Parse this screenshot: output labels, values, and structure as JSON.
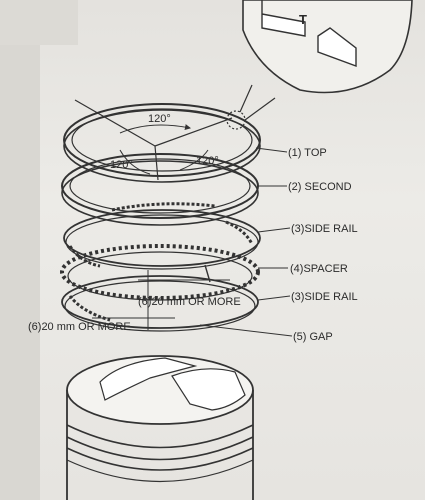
{
  "diagram": {
    "angles": {
      "top": "120°",
      "left": "120°",
      "right": "120°"
    },
    "labels": {
      "top": "(1) TOP",
      "second": "(2) SECOND",
      "side_rail_upper": "(3)SIDE RAIL",
      "spacer": "(4)SPACER",
      "side_rail_lower": "(3)SIDE RAIL",
      "gap": "(5) GAP"
    },
    "gap_note_right": "(6)20 mm OR MORE",
    "gap_note_left": "(6)20 mm OR MORE",
    "inset_mark": "T"
  }
}
